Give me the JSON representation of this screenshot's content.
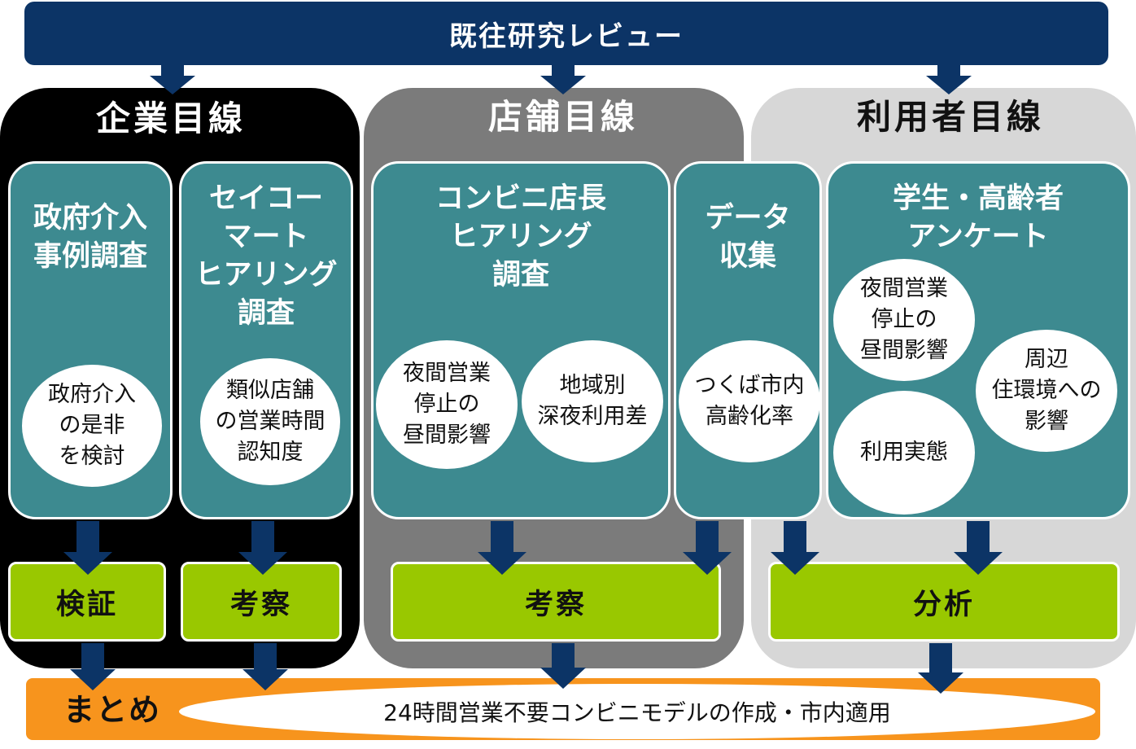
{
  "banner": {
    "label": "既往研究レビュー"
  },
  "groups": [
    {
      "title": "企業目線",
      "color": "#000000",
      "title_color": "#ffffff"
    },
    {
      "title": "店舗目線",
      "color": "#7b7b7b",
      "title_color": "#ffffff"
    },
    {
      "title": "利用者目線",
      "color": "#d7d7d7",
      "title_color": "#111111"
    }
  ],
  "panels": [
    {
      "title": "政府介入\n事例調査"
    },
    {
      "title": "セイコー\nマート\nヒアリング\n調査"
    },
    {
      "title": "コンビニ店長\nヒアリング\n調査"
    },
    {
      "title": "データ\n収集"
    },
    {
      "title": "学生・高齢者\nアンケート"
    }
  ],
  "ellipses": [
    "政府介入\nの是非\nを検討",
    "類似店舗\nの営業時間\n認知度",
    "夜間営業\n停止の\n昼間影響",
    "地域別\n深夜利用差",
    "つくば市内\n高齢化率",
    "夜間営業\n停止の\n昼間影響",
    "周辺\n住環境への\n影響",
    "利用実態"
  ],
  "results": [
    "検証",
    "考察",
    "考察",
    "分析"
  ],
  "summary": {
    "label": "まとめ",
    "text": "24時間営業不要コンビニモデルの作成・市内適用"
  },
  "colors": {
    "navy": "#0c3466",
    "teal": "#3d8a90",
    "green": "#99c800",
    "orange": "#f7941d"
  }
}
